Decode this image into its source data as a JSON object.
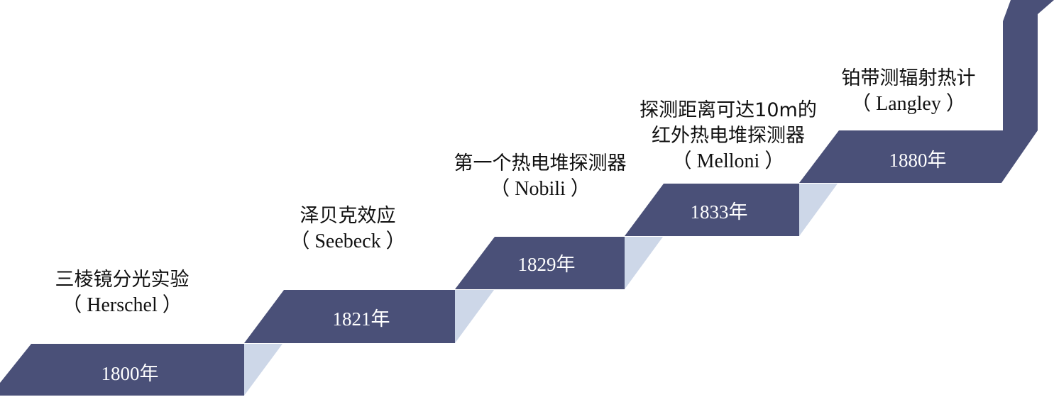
{
  "colors": {
    "step": "#4a5078",
    "riser": "#cdd7e8",
    "text": "#111111"
  },
  "milestones": [
    {
      "year": "1800年",
      "event": "三棱镜分光实验",
      "person": "（ Herschel ）"
    },
    {
      "year": "1821年",
      "event": "泽贝克效应",
      "person": "（ Seebeck ）"
    },
    {
      "year": "1829年",
      "event": "第一个热电堆探测器",
      "person": "（ Nobili ）"
    },
    {
      "year": "1833年",
      "event_line1": "探测距离可达10m的",
      "event_line2": "红外热电堆探测器",
      "person": "（ Melloni ）"
    },
    {
      "year": "1880年",
      "event": "铂带测辐射热计",
      "person": "（ Langley ）"
    }
  ]
}
